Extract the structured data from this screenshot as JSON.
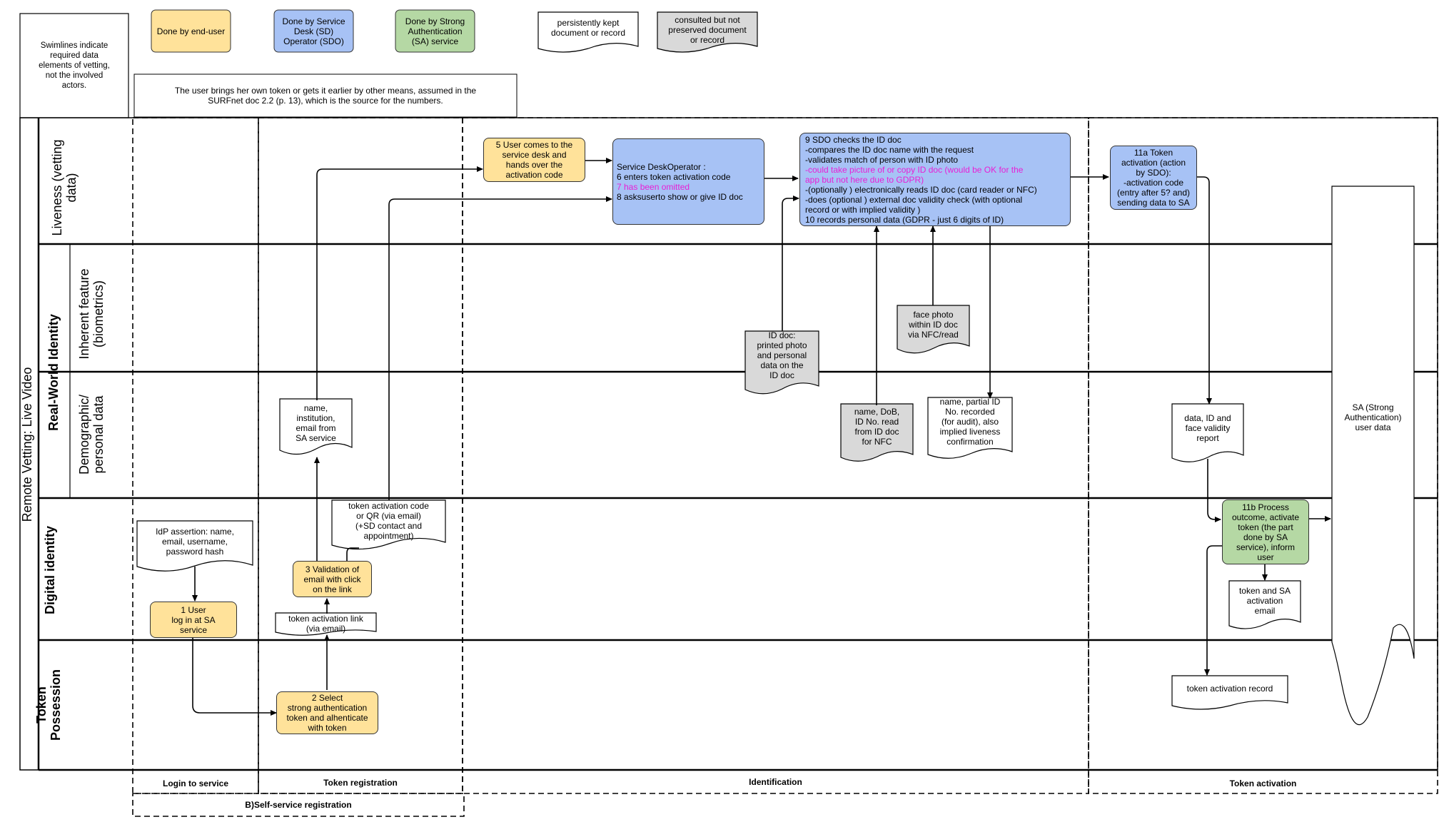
{
  "legend": {
    "swimlines_note": "Swimlines indicate\nrequired data\nelements of vetting,\nnot the involved\nactors.",
    "end_user": "Done by end-user",
    "sd_operator": "Done by Service\nDesk (SD)\nOperator (SDO)",
    "sa_service": "Done by Strong\nAuthentication\n(SA) service",
    "persistent": "persistently kept\ndocument or record",
    "consulted": "consulted but not\npreserved document\nor record",
    "user_token_note": "The user brings her own token or gets it earlier by other means, assumed in the\nSURFnet doc 2.2 (p. 13), which is the source for the numbers."
  },
  "lanes": {
    "outer": "Remote Vetting: Live Video",
    "real_world": "Real-World Identity",
    "liveness": "Liveness (vetting\ndata)",
    "inherent": "Inherent feature\n(biometrics)",
    "demographic": "Demographic/\npersonal data",
    "digital": "Digital identity",
    "token": "Token Possession"
  },
  "phases": {
    "login": "Login to service",
    "token_reg": "Token registration",
    "identification": "Identification",
    "token_act": "Token activation",
    "self_service": "B)Self-service registration"
  },
  "steps": {
    "s1": "1 User\nlog in at SA\nservice",
    "s2": "2 Select\nstrong authentication\ntoken and alhenticate\nwith token",
    "s3": "3 Validation of\nemail with click\non the link",
    "s5": "5 User comes to the\nservice desk and\nhands over the\nactivation code",
    "sdo_1": "Service  DeskOperator :",
    "sdo_2": "6 enters token activation  code",
    "sdo_3": "7 has been  omitted",
    "sdo_4": "8 asksuserto show or give  ID doc",
    "s9_1": "9 SDO  checks the ID doc",
    "s9_2": "-compares the ID doc name  with  the request",
    "s9_3": "-validates  match  of person with ID photo",
    "s9_4": "-could  take picture  of or copy  ID doc (would be OK for the",
    "s9_5": "app but  not here  due to GDPR)",
    "s9_6": "-(optionally  ) electronically    reads ID doc (card reader or NFC)",
    "s9_7": "-does (optional  ) external  doc validity   check (with optional",
    "s9_8": "record or with  implied  validity  )",
    "s9_9": "10 records personal data  (GDPR  - just 6 digits of ID)",
    "s11a": "11a Token\nactivation (action\nby SDO):\n-activation code\n(entry after 5? and)\nsending data to SA",
    "s11b": "11b Process\noutcome, activate\ntoken (the part\ndone by SA\nservice), inform\nuser"
  },
  "docs": {
    "idp": "IdP assertion: name,\nemail, username,\npassword hash",
    "link": "token activation link\n(via email)",
    "code": "token activation code\nor QR (via email)\n(+SD contact and\nappointment)",
    "name_inst": "name,\ninstitution,\nemail from\nSA service",
    "id_doc": "ID doc:\nprinted photo\nand personal\ndata on the\nID doc",
    "face": "face photo\nwithin ID doc\nvia NFC/read",
    "dob": "name, DoB,\nID No. read\nfrom ID doc\nfor NFC",
    "partial": "name, partial ID\nNo. recorded\n(for audit), also\nimplied liveness\nconfirmation",
    "validity": "data, ID and\nface validity\nreport",
    "sa_email": "token and SA\nactivation\nemail",
    "act_record": "token  activation   record",
    "sa_user": "SA (Strong\nAuthentication)\nuser data"
  },
  "colors": {
    "end_user": "#ffe29a",
    "sd_operator": "#a7c2f5",
    "sa_service": "#b5d8a4",
    "consulted_fill": "#d9d9d9",
    "highlight": "#e81fd5"
  }
}
